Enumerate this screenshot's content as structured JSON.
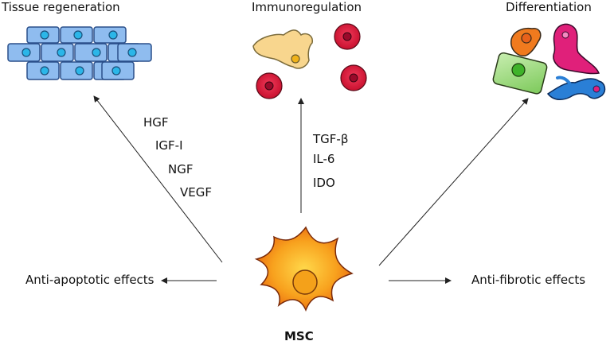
{
  "diagram": {
    "center": {
      "label": "MSC"
    },
    "outcomes": {
      "tissue_regeneration": "Tissue regeneration",
      "immunoregulation": "Immunoregulation",
      "differentiation": "Differentiation",
      "anti_apoptotic": "Anti-apoptotic effects",
      "anti_fibrotic": "Anti-fibrotic effects"
    },
    "factors_tissue": [
      "HGF",
      "IGF-I",
      "NGF",
      "VEGF"
    ],
    "factors_immuno": [
      "TGF-β",
      "IL-6",
      "IDO"
    ]
  },
  "colors": {
    "epithelial_fill": "#8fbcef",
    "epithelial_nucleus": "#2bb6e8",
    "immune_red": "#d4163c",
    "stellate_yellow": "#f7d68a",
    "msc_orange": "#f59a1c",
    "diff_orange": "#f07a1e",
    "diff_magenta": "#e0207a",
    "diff_green": "#8fd66a",
    "diff_blue": "#2a7fd6"
  }
}
